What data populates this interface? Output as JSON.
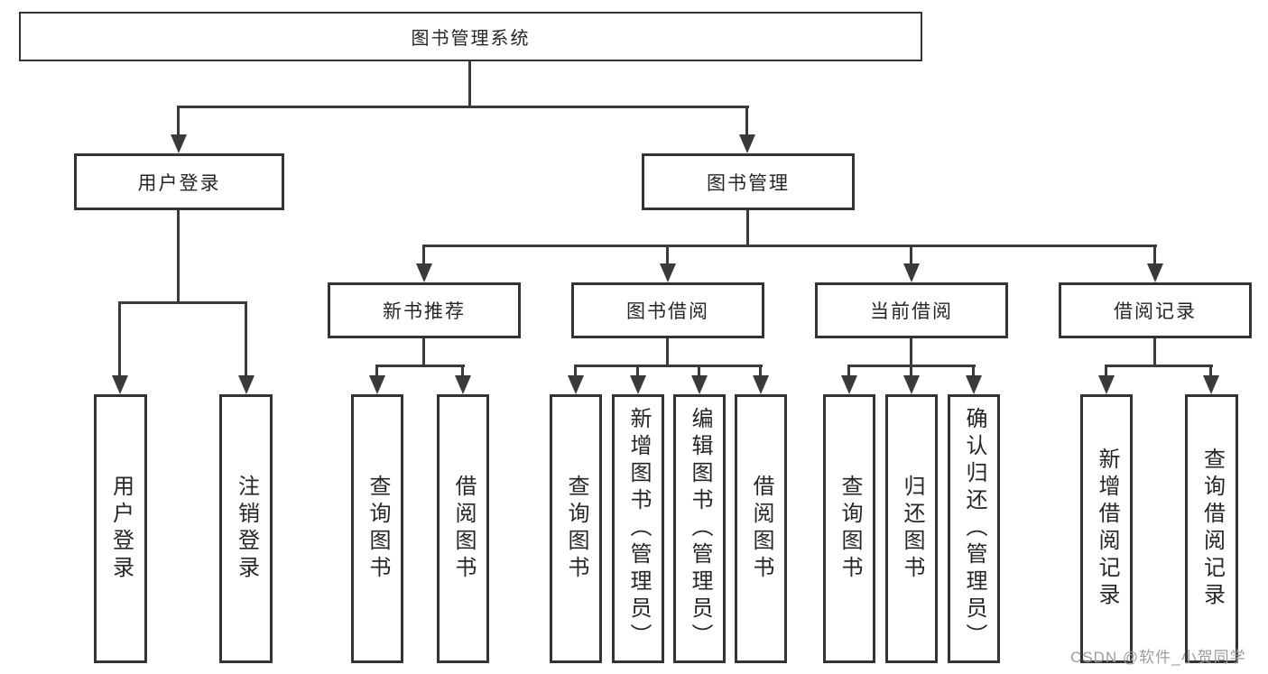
{
  "colors": {
    "line": "#3a3a3a",
    "box_border": "#333333",
    "text": "#262626",
    "watermark": "#9c9c9c",
    "background": "#ffffff"
  },
  "watermark": {
    "text": "CSDN @软件_小贺同学"
  },
  "tree": {
    "root": {
      "label": "图书管理系统",
      "children": [
        {
          "label": "用户登录",
          "children": [
            {
              "label": "用户登录"
            },
            {
              "label": "注销登录"
            }
          ]
        },
        {
          "label": "图书管理",
          "children": [
            {
              "label": "新书推荐",
              "children": [
                {
                  "label": "查询图书"
                },
                {
                  "label": "借阅图书"
                }
              ]
            },
            {
              "label": "图书借阅",
              "children": [
                {
                  "label": "查询图书"
                },
                {
                  "label": "新增图书（管理员）"
                },
                {
                  "label": "编辑图书（管理员）"
                },
                {
                  "label": "借阅图书"
                }
              ]
            },
            {
              "label": "当前借阅",
              "children": [
                {
                  "label": "查询图书"
                },
                {
                  "label": "归还图书"
                },
                {
                  "label": "确认归还（管理员）"
                }
              ]
            },
            {
              "label": "借阅记录",
              "children": [
                {
                  "label": "新增借阅记录"
                },
                {
                  "label": "查询借阅记录"
                }
              ]
            }
          ]
        }
      ]
    }
  }
}
